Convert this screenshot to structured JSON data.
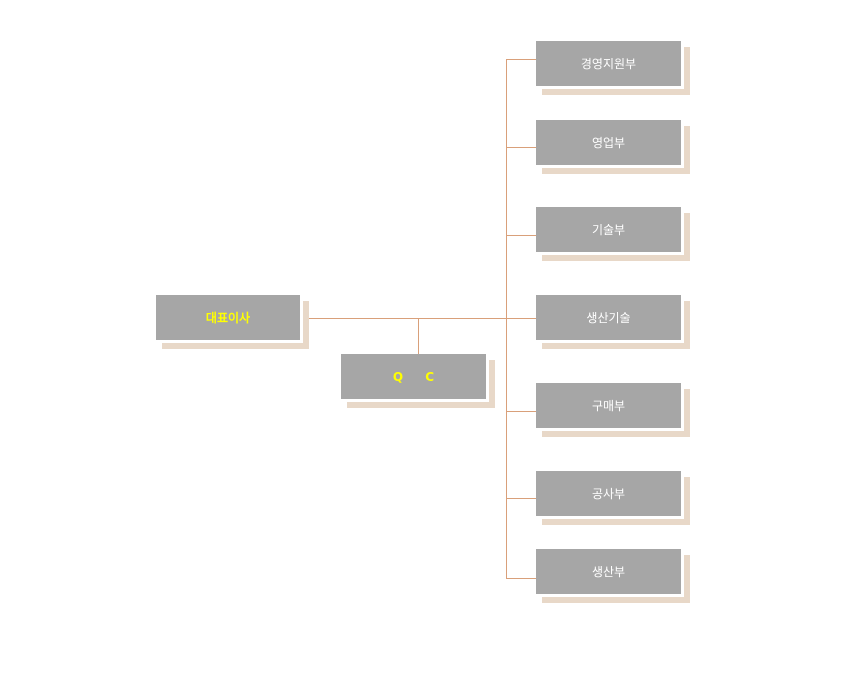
{
  "org": {
    "ceo": "대표이사",
    "qc": "Q    C",
    "departments": [
      "경영지원부",
      "영업부",
      "기술부",
      "생산기술",
      "구매부",
      "공사부",
      "생산부"
    ]
  },
  "colors": {
    "box": "#a6a6a6",
    "shadow": "#e8d8c8",
    "line": "#d9a07a",
    "highlight_text": "#ffff00",
    "text": "#ffffff"
  }
}
